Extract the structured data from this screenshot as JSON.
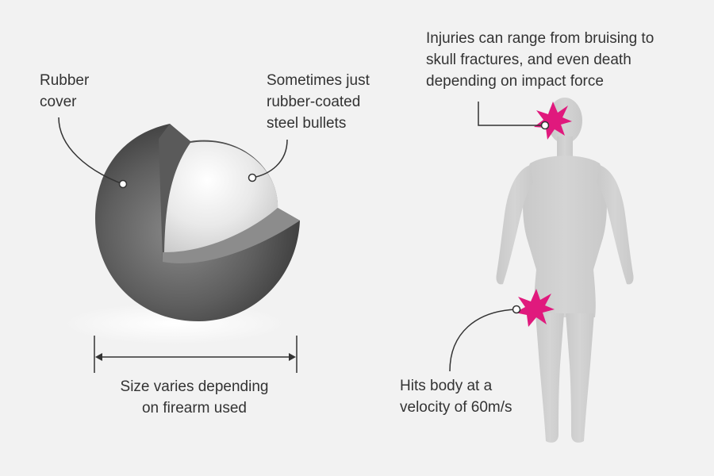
{
  "labels": {
    "rubber_cover": [
      "Rubber",
      "cover"
    ],
    "steel_core": [
      "Sometimes just",
      "rubber-coated",
      "steel bullets"
    ],
    "size": [
      "Size varies depending",
      "on firearm used"
    ],
    "injuries": [
      "Injuries can range from bruising to",
      "skull fractures, and even death",
      "depending on impact force"
    ],
    "hits": [
      "Hits body at a",
      "velocity of 60m/s"
    ]
  },
  "colors": {
    "background": "#f2f2f2",
    "text": "#333333",
    "sphere_dark": "#4a4a4a",
    "sphere_mid": "#7a7a7a",
    "core_light": "#e6e6e6",
    "body_silhouette": "#cfcfcf",
    "impact_star": "#e0197d"
  },
  "icons": {
    "impact": "impact-star-icon",
    "callout_point": "callout-dot-icon"
  }
}
